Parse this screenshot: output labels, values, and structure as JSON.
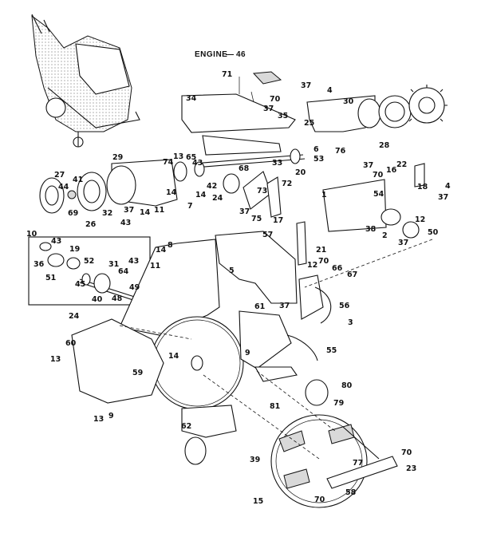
{
  "diagram": {
    "title": "ENGINE",
    "title_ref": "46",
    "callouts": [
      "1",
      "2",
      "3",
      "4",
      "4",
      "5",
      "6",
      "7",
      "8",
      "9",
      "9",
      "10",
      "11",
      "11",
      "12",
      "12",
      "13",
      "13",
      "13",
      "14",
      "14",
      "14",
      "14",
      "14",
      "15",
      "16",
      "17",
      "18",
      "19",
      "20",
      "21",
      "22",
      "23",
      "24",
      "24",
      "25",
      "26",
      "27",
      "28",
      "29",
      "30",
      "31",
      "32",
      "33",
      "34",
      "35",
      "36",
      "37",
      "37",
      "37",
      "37",
      "37",
      "37",
      "37",
      "37",
      "38",
      "39",
      "40",
      "41",
      "42",
      "43",
      "43",
      "43",
      "43",
      "44",
      "45",
      "48",
      "49",
      "50",
      "51",
      "52",
      "53",
      "54",
      "55",
      "56",
      "57",
      "58",
      "59",
      "60",
      "61",
      "62",
      "64",
      "65",
      "66",
      "67",
      "68",
      "69",
      "70",
      "70",
      "70",
      "70",
      "70",
      "71",
      "72",
      "73",
      "74",
      "75",
      "76",
      "77",
      "79",
      "80",
      "81"
    ],
    "colors": {
      "ink": "#111111",
      "paper": "#ffffff",
      "shade": "#d9d9d9"
    }
  }
}
